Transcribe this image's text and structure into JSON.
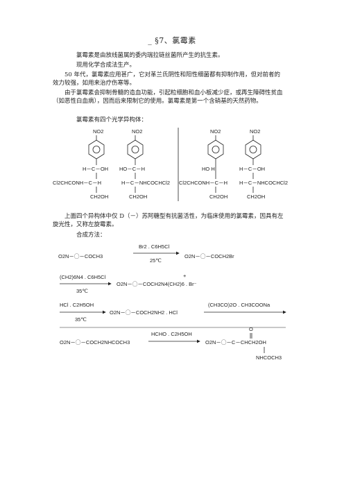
{
  "heading": "_ §7、氯霉素",
  "paragraphs": {
    "intro": "氯霉素是由放线菌属的委内瑞拉链丝菌所产生的抗生素。",
    "current": "现用化学合成法生产。",
    "history": "50 年代，氯霉素应用甚广，它对革兰氏阴性和阳性细菌都有抑制作用，但对前者的效力较强，如用来治疗伤寒等。",
    "side_effects": "由于氯霉素会抑制骨髓的造血功能，引起粒细胞和血小板减少症，或再生障碍性贫血（如恶性白血病），因而后来限制它的使用。氯霉素是第一个含硝基的天然药物。",
    "isomers_intro": "氯霉素有四个光学异构体：",
    "isomer_note": "上面四个异构体中仅 D（－）苏阿糖型有抗菌活性，为临床使用的氯霉素，因具有左旋光性，又称左旋霉素。",
    "synthesis_intro": "合成方法："
  },
  "isomers": {
    "no2": "NO2",
    "h_c_oh": "H－C－OH",
    "ho_c_h": "HO－C－H",
    "ho_h": "HO    H",
    "h_c_nhcocHcl2": "H－C－NHCOCHCl2",
    "cl2chconh_c_h": "Cl2CHCONH－C－H",
    "ch2oh": "CH2OH"
  },
  "synthesis": {
    "step1_reactant": "O2N－◯－COCH3",
    "step1_reagent": "Br2 . C6H5Cl",
    "step1_temp": "25℃",
    "step1_product": "O2N－◯－COCH2Br",
    "step2_reagent": "(CH2)6N4 . C6H5Cl",
    "step2_temp": "35℃",
    "step2_plus": "+",
    "step2_product": "O2N－◯－COCH2N4(CH2)6 . Br⁻",
    "step3_reagent": "HCl . C2H5OH",
    "step3_temp": "35℃",
    "step3_product": "O2N－◯－COCH2NH2 . HCl",
    "step4_reagent": "(CH3CO)2O . CH3COONa",
    "step4_product": "O2N－◯－COCH2NHCOCH3",
    "step5_reagent": "HCHO . C2H5OH",
    "step5_o": "O",
    "step5_product": "O2N－◯－C－CHCH2OH",
    "step5_sub": "NHCOCH3"
  }
}
